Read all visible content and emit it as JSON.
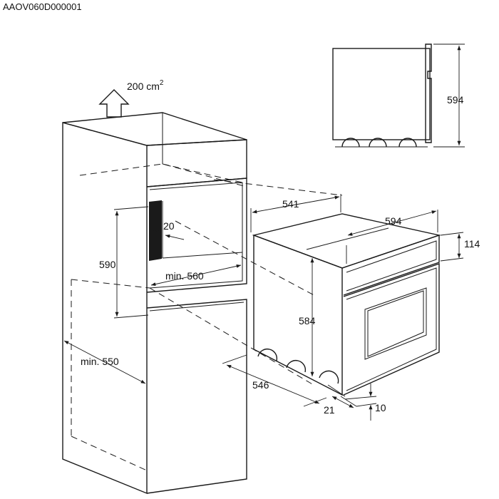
{
  "drawing_code": "AAOV060D000001",
  "labels": {
    "vent_area": "200 cm",
    "vent_area_sup": "2",
    "depth_541": "541",
    "width_594": "594",
    "height_114": "114",
    "niche_20": "20",
    "niche_590": "590",
    "niche_min_560": "min. 560",
    "niche_min_550": "min. 550",
    "oven_584": "584",
    "side_594": "594",
    "base_546": "546",
    "base_21": "21",
    "foot_10": "10"
  },
  "colors": {
    "line": "#1a1a1a",
    "background": "#ffffff"
  }
}
